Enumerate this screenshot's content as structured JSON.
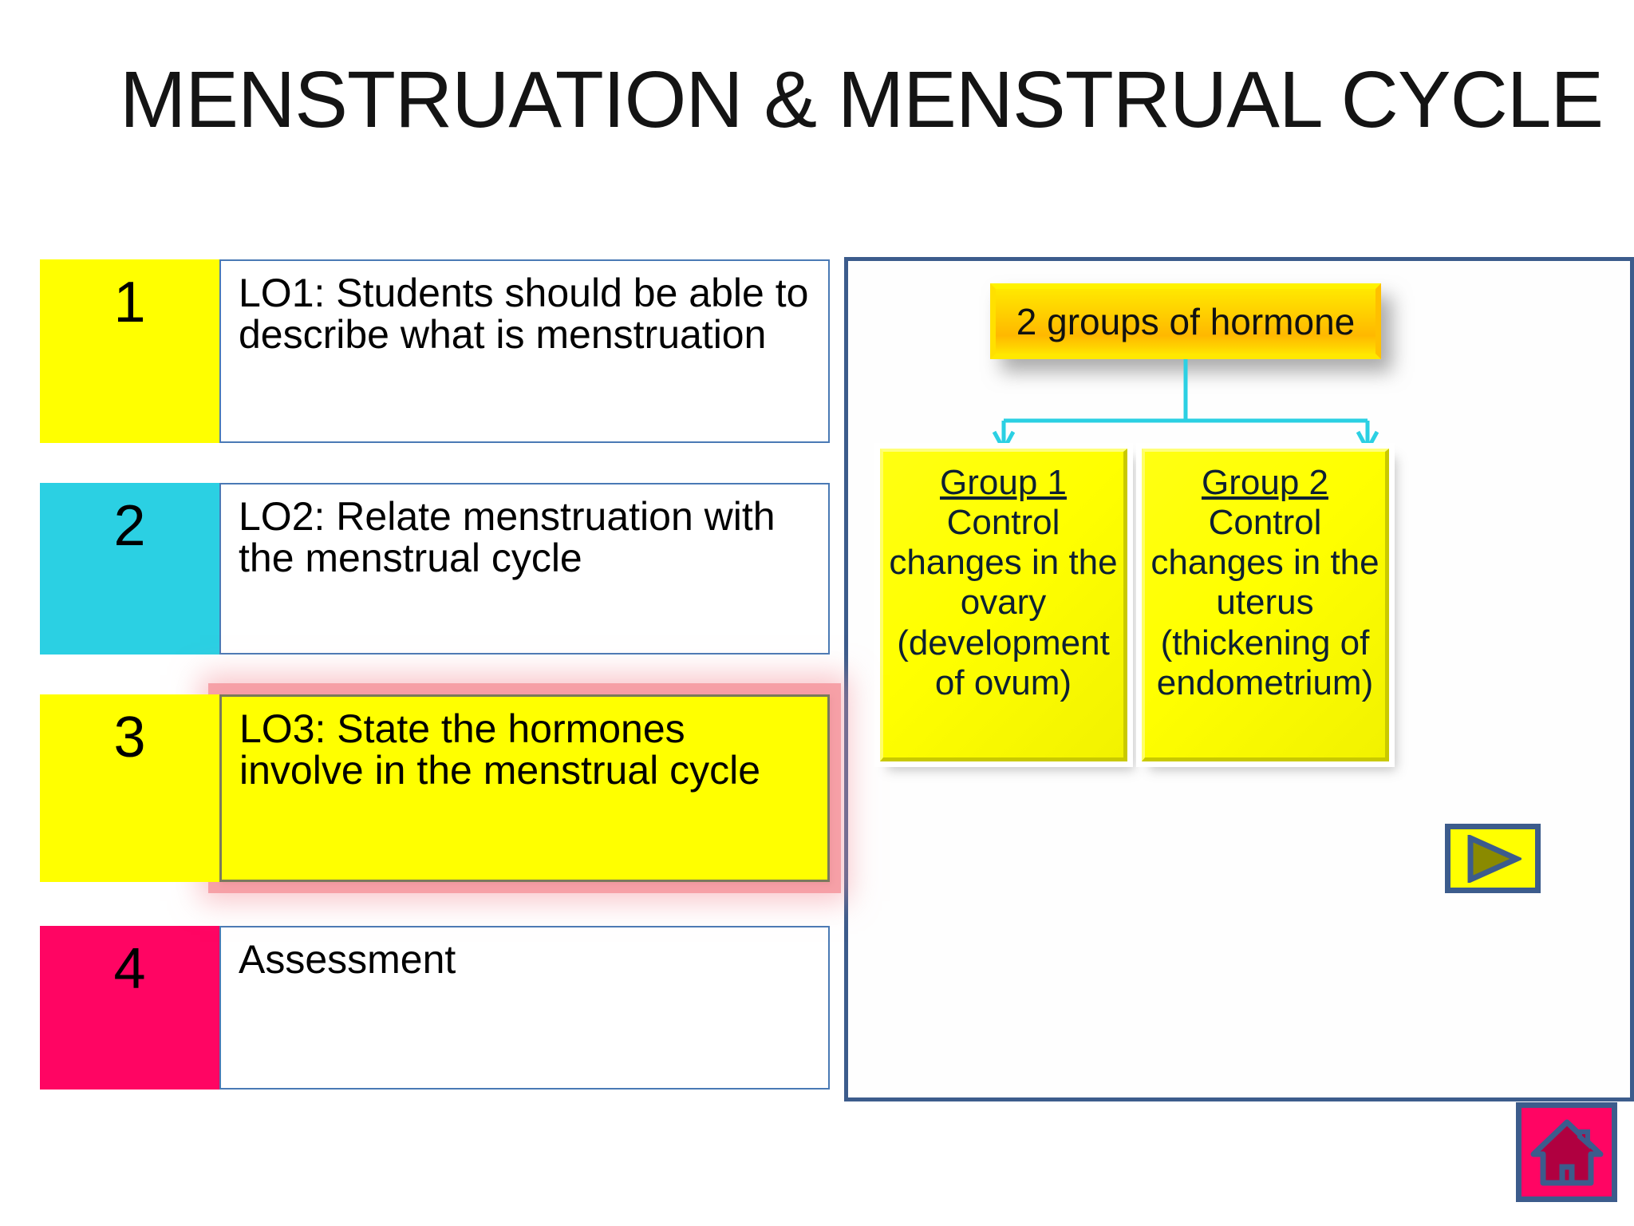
{
  "slide": {
    "title": "MENSTRUATION & MENSTRUAL CYCLE"
  },
  "objectives": {
    "items": [
      {
        "number": "1",
        "text": "LO1: Students should be able to describe what is menstruation",
        "badge_color": "#FFFF00",
        "highlighted": false
      },
      {
        "number": "2",
        "text": "LO2: Relate menstruation with the menstrual cycle",
        "badge_color": "#2BD0E3",
        "highlighted": false
      },
      {
        "number": "3",
        "text": "LO3: State the hormones involve in the menstrual cycle",
        "badge_color": "#FFFF00",
        "highlighted": true
      },
      {
        "number": "4",
        "text": "Assessment",
        "badge_color": "#FF0563",
        "highlighted": false
      }
    ]
  },
  "diagram": {
    "root": {
      "label": "2 groups of hormone",
      "fill_color": "#FFD400"
    },
    "connector_color": "#2BD0E3",
    "nodes": [
      {
        "title": "Group 1",
        "body": "Control changes in the ovary (development of ovum)",
        "fill_color": "#FFFF00"
      },
      {
        "title": "Group 2",
        "body": "Control changes in the uterus (thickening of endometrium)",
        "fill_color": "#FFFF00"
      }
    ],
    "panel_border_color": "#3c5c8c"
  },
  "navigation": {
    "next": {
      "icon": "play-triangle-icon",
      "fill_color": "#FFFF00",
      "glyph_color": "#8a8a00"
    },
    "home": {
      "icon": "home-icon",
      "fill_color": "#FF0563",
      "glyph_color": "#B00040"
    }
  }
}
